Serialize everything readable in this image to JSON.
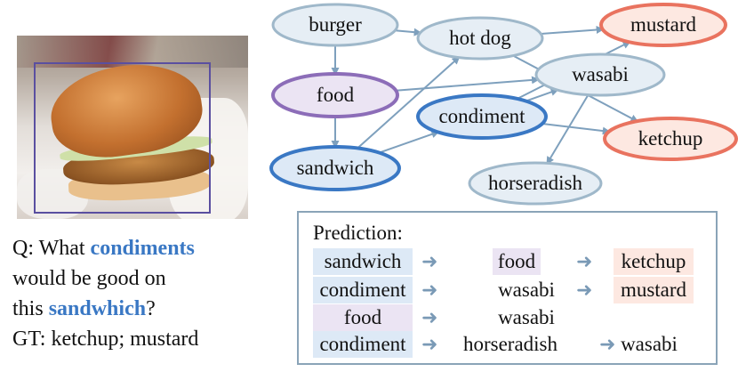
{
  "question": {
    "q_prefix": "Q: What ",
    "q_keyword": "condiments",
    "line2": "would be good on",
    "line3_prefix": "this ",
    "line3_keyword": "sandwhich",
    "line3_suffix": "?",
    "gt": "GT: ketchup;  mustard"
  },
  "graph": {
    "nodes": [
      {
        "id": "burger",
        "label": "burger",
        "kind": "plain"
      },
      {
        "id": "hotdog",
        "label": "hot dog",
        "kind": "plain"
      },
      {
        "id": "mustard",
        "label": "mustard",
        "kind": "answer"
      },
      {
        "id": "wasabi",
        "label": "wasabi",
        "kind": "plain"
      },
      {
        "id": "food",
        "label": "food",
        "kind": "visual"
      },
      {
        "id": "condiment",
        "label": "condiment",
        "kind": "question"
      },
      {
        "id": "ketchup",
        "label": "ketchup",
        "kind": "answer"
      },
      {
        "id": "sandwich",
        "label": "sandwich",
        "kind": "question"
      },
      {
        "id": "horseradish",
        "label": "horseradish",
        "kind": "plain"
      }
    ],
    "colors": {
      "plain_fill": "#e6eef5",
      "plain_stroke": "#9fb8ca",
      "answer_fill": "#fde8e1",
      "answer_stroke": "#e9735f",
      "visual_fill": "#ebe4f3",
      "visual_stroke": "#8c6db8",
      "question_fill": "#dde9f6",
      "question_stroke": "#3a78c4",
      "edge": "#7ea0bd"
    }
  },
  "prediction": {
    "title": "Prediction:",
    "rows": [
      {
        "c1": "sandwich",
        "c2": "food",
        "c3": "ketchup"
      },
      {
        "c1": "condiment",
        "c2": "wasabi",
        "c3": "mustard"
      },
      {
        "c1": "food",
        "c2": "wasabi",
        "c3": ""
      },
      {
        "c1": "condiment",
        "c2": "horseradish",
        "c3": "wasabi"
      }
    ],
    "arrow_glyph": "➜"
  }
}
